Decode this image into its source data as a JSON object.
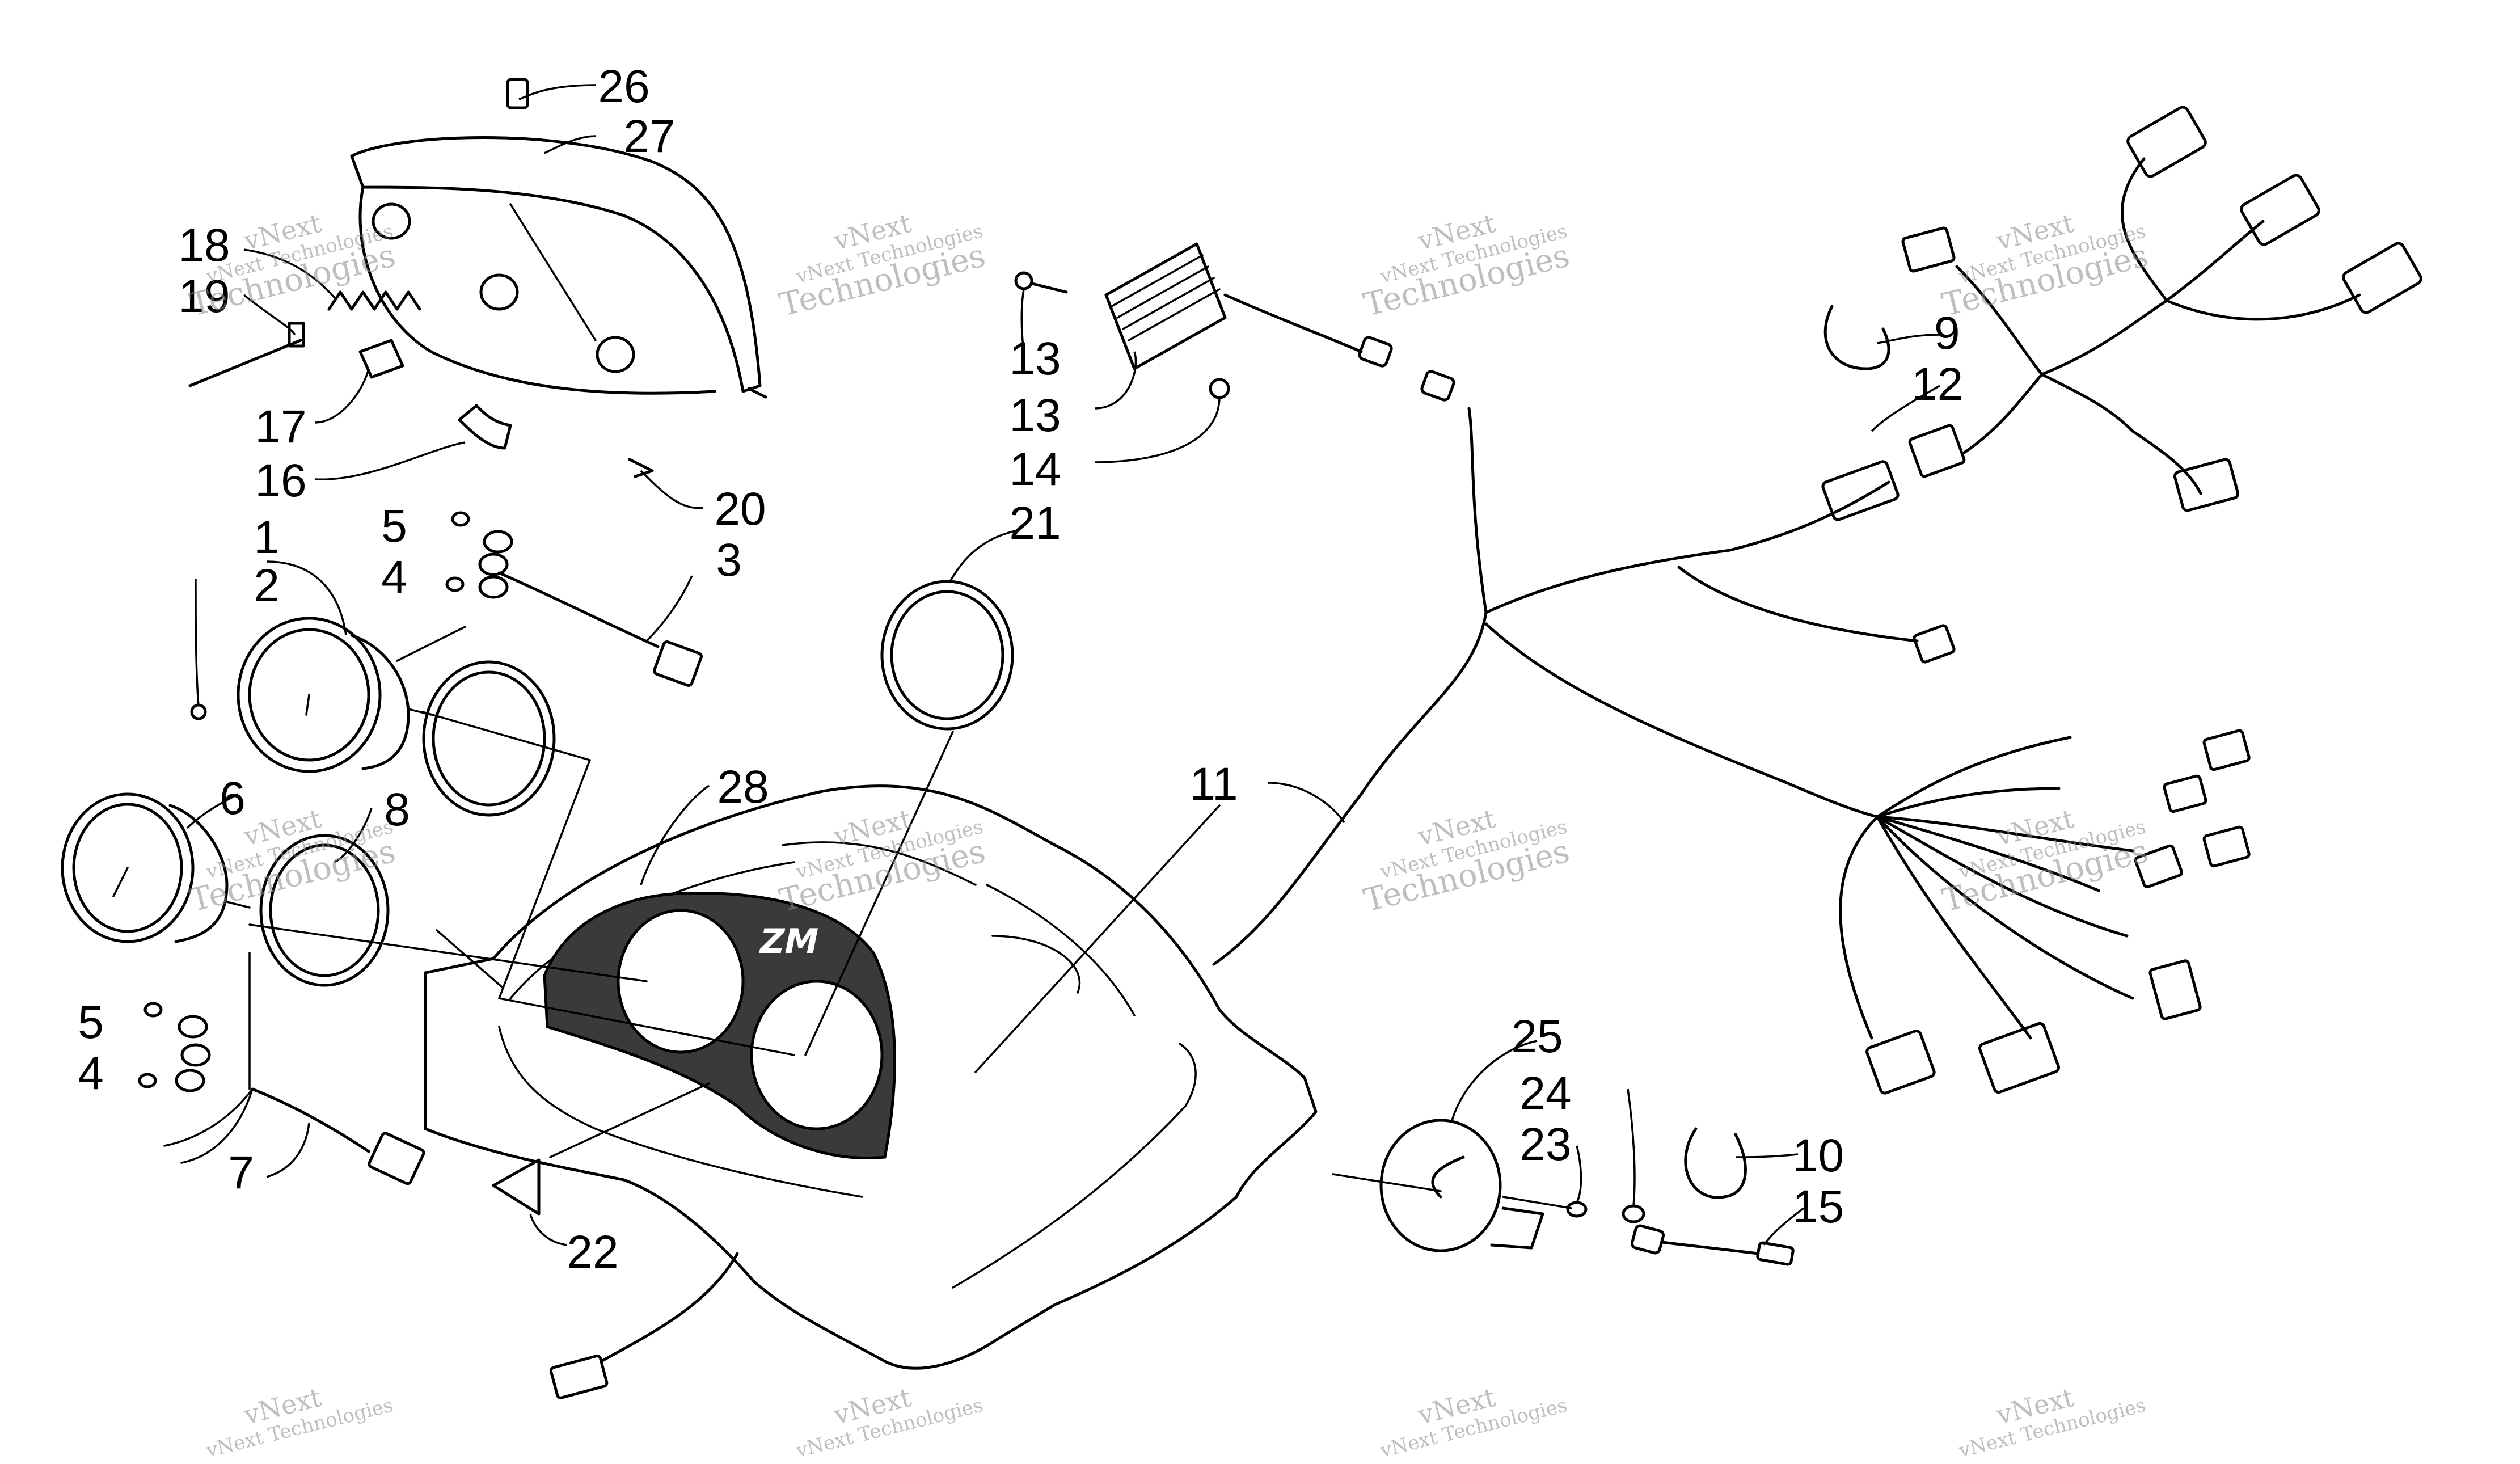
{
  "callouts": [
    {
      "id": "c1",
      "text": "1"
    },
    {
      "id": "c2",
      "text": "2"
    },
    {
      "id": "c3",
      "text": "3"
    },
    {
      "id": "c4a",
      "text": "4"
    },
    {
      "id": "c4b",
      "text": "4"
    },
    {
      "id": "c5a",
      "text": "5"
    },
    {
      "id": "c5b",
      "text": "5"
    },
    {
      "id": "c6",
      "text": "6"
    },
    {
      "id": "c7",
      "text": "7"
    },
    {
      "id": "c8",
      "text": "8"
    },
    {
      "id": "c9",
      "text": "9"
    },
    {
      "id": "c10",
      "text": "10"
    },
    {
      "id": "c11",
      "text": "11"
    },
    {
      "id": "c12",
      "text": "12"
    },
    {
      "id": "c13a",
      "text": "13"
    },
    {
      "id": "c13b",
      "text": "13"
    },
    {
      "id": "c14",
      "text": "14"
    },
    {
      "id": "c15",
      "text": "15"
    },
    {
      "id": "c16",
      "text": "16"
    },
    {
      "id": "c17",
      "text": "17"
    },
    {
      "id": "c18",
      "text": "18"
    },
    {
      "id": "c19",
      "text": "19"
    },
    {
      "id": "c20",
      "text": "20"
    },
    {
      "id": "c21",
      "text": "21"
    },
    {
      "id": "c22",
      "text": "22"
    },
    {
      "id": "c23",
      "text": "23"
    },
    {
      "id": "c24",
      "text": "24"
    },
    {
      "id": "c25",
      "text": "25"
    },
    {
      "id": "c26",
      "text": "26"
    },
    {
      "id": "c27",
      "text": "27"
    },
    {
      "id": "c28",
      "text": "28"
    }
  ],
  "watermark": {
    "line1": "vNext",
    "line2": "vNext Technologies",
    "line3": "Technologies"
  },
  "logo_text": "ZM",
  "colors": {
    "ink": "#000000",
    "panel_fill": "#3a3a3a",
    "watermark": "#8a8a8a"
  }
}
